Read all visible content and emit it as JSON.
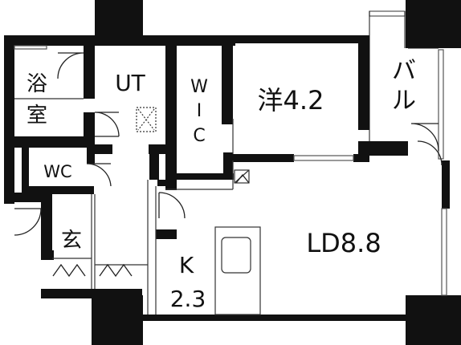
{
  "rooms": {
    "bath": {
      "line1": "浴",
      "line2": "室"
    },
    "ut": "UT",
    "wic": {
      "line1": "W",
      "line2": "I",
      "line3": "C"
    },
    "western": "洋4.2",
    "balcony": {
      "line1": "バ",
      "line2": "ル"
    },
    "wc": "WC",
    "entrance": "玄",
    "kitchen": {
      "line1": "K",
      "line2": "2.3"
    },
    "ld": "LD8.8"
  },
  "colors": {
    "wall": "#111111",
    "background": "#ffffff"
  }
}
